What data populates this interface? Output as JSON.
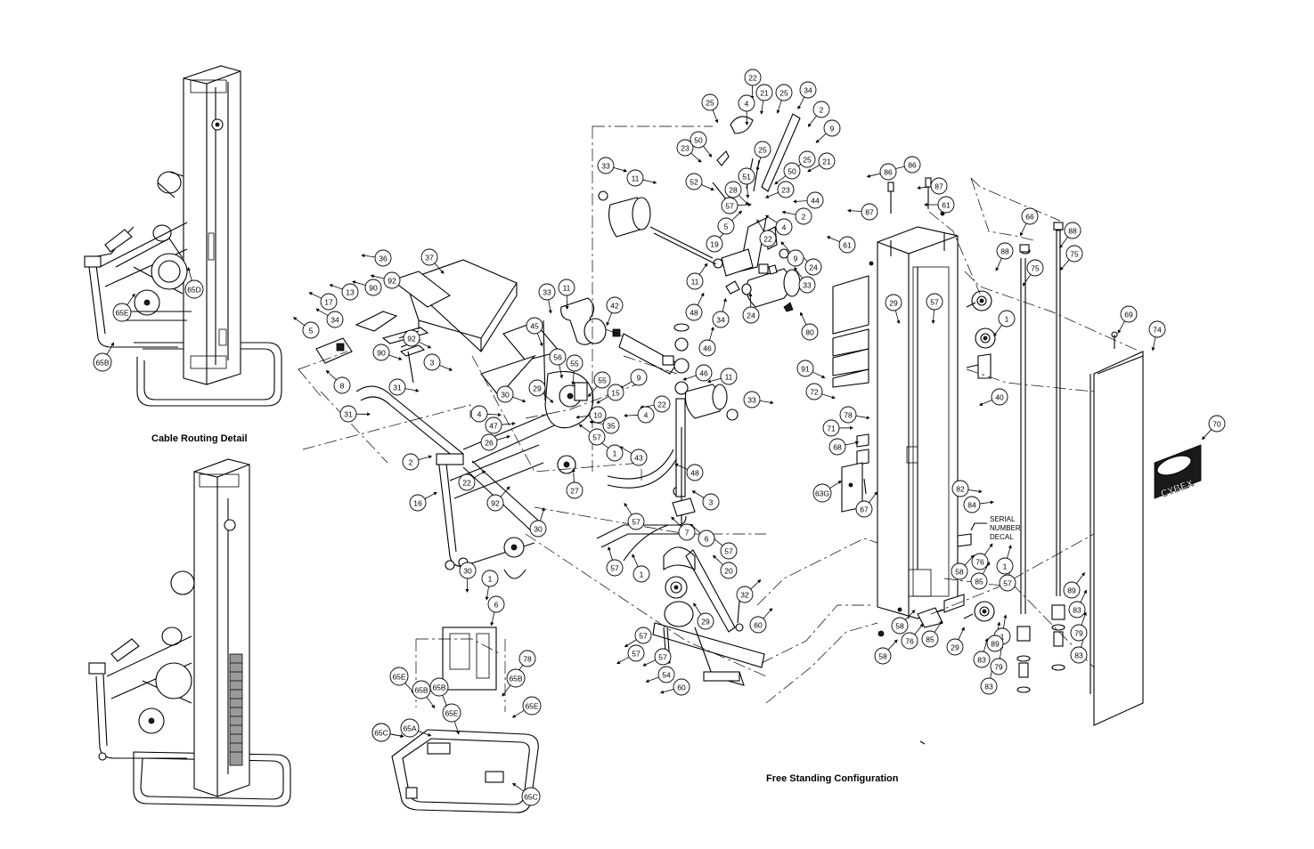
{
  "captions": {
    "cable_routing": "Cable Routing Detail",
    "free_standing": "Free Standing Configuration"
  },
  "serial_decal": [
    "SERIAL",
    "NUMBER",
    "DECAL"
  ],
  "logo": "CYBEX",
  "part_labels": [
    "22",
    "21",
    "25",
    "34",
    "25",
    "4",
    "2",
    "9",
    "23",
    "50",
    "25",
    "21",
    "51",
    "50",
    "25",
    "52",
    "28",
    "23",
    "44",
    "57",
    "5",
    "22",
    "2",
    "4",
    "9",
    "19",
    "24",
    "11",
    "24",
    "34",
    "33",
    "33",
    "11",
    "36",
    "37",
    "17",
    "13",
    "90",
    "92",
    "5",
    "34",
    "90",
    "92",
    "3",
    "33",
    "11",
    "42",
    "48",
    "46",
    "45",
    "56",
    "55",
    "8",
    "31",
    "31",
    "9",
    "4",
    "22",
    "46",
    "11",
    "55",
    "15",
    "10",
    "57",
    "35",
    "30",
    "29",
    "4",
    "47",
    "26",
    "2",
    "22",
    "1",
    "33",
    "43",
    "27",
    "16",
    "92",
    "48",
    "3",
    "57",
    "7",
    "6",
    "30",
    "57",
    "57",
    "20",
    "1",
    "1",
    "30",
    "6",
    "32",
    "29",
    "60",
    "57",
    "57",
    "57",
    "54",
    "60",
    "86",
    "86",
    "87",
    "87",
    "61",
    "61",
    "66",
    "88",
    "88",
    "75",
    "75",
    "29",
    "57",
    "1",
    "1",
    "80",
    "91",
    "72",
    "40",
    "69",
    "74",
    "78",
    "71",
    "68",
    "63G",
    "67",
    "70",
    "82",
    "84",
    "76",
    "58",
    "1",
    "85",
    "57",
    "58",
    "76",
    "85",
    "29",
    "58",
    "89",
    "83",
    "89",
    "83",
    "79",
    "83",
    "79",
    "83",
    "65E",
    "65B",
    "65B",
    "65D",
    "65E",
    "65B",
    "78",
    "65B",
    "65E",
    "65E",
    "65B",
    "65A",
    "65C",
    "65C"
  ]
}
